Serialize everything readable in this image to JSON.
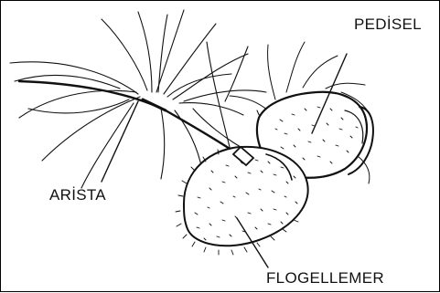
{
  "labels": {
    "pedisel": "PEDİSEL",
    "arista": "ARİSTA",
    "flogellemer": "FLOGELLEMER"
  },
  "colors": {
    "ink": "#111111",
    "background": "#ffffff"
  }
}
